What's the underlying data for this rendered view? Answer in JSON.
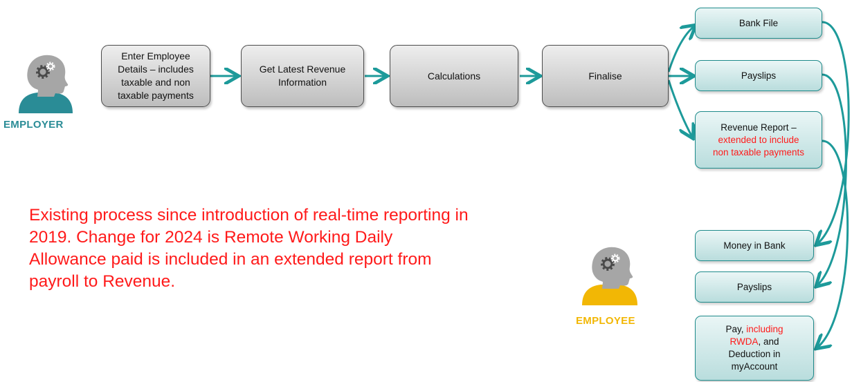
{
  "colors": {
    "teal": "#1d9a9a",
    "employer_teal": "#2a8c96",
    "employee_yellow": "#f2b705",
    "head_grey": "#a6a6a6",
    "note_red": "#ff1a1a"
  },
  "actors": {
    "employer": {
      "label": "EMPLOYER",
      "icon": "person-with-gear-icon"
    },
    "employee": {
      "label": "EMPLOYEE",
      "icon": "person-with-gear-icon"
    }
  },
  "steps": [
    {
      "text": "Enter Employee Details – includes taxable and non taxable payments"
    },
    {
      "text": "Get Latest Revenue Information"
    },
    {
      "text": "Calculations"
    },
    {
      "text": "Finalise"
    }
  ],
  "employer_outputs": [
    {
      "text": "Bank File"
    },
    {
      "text": "Payslips"
    },
    {
      "text_plain": "Revenue Report –",
      "text_red": "extended to include non taxable payments"
    }
  ],
  "employee_outputs": [
    {
      "text": "Money in Bank"
    },
    {
      "text": "Payslips"
    },
    {
      "text_a": "Pay, ",
      "text_red": "including RWDA",
      "text_b": ", and Deduction  in myAccount"
    }
  ],
  "note": "Existing process since introduction of real-time reporting in 2019. Change for 2024 is Remote Working Daily Allowance paid is included in an extended report from payroll to Revenue."
}
